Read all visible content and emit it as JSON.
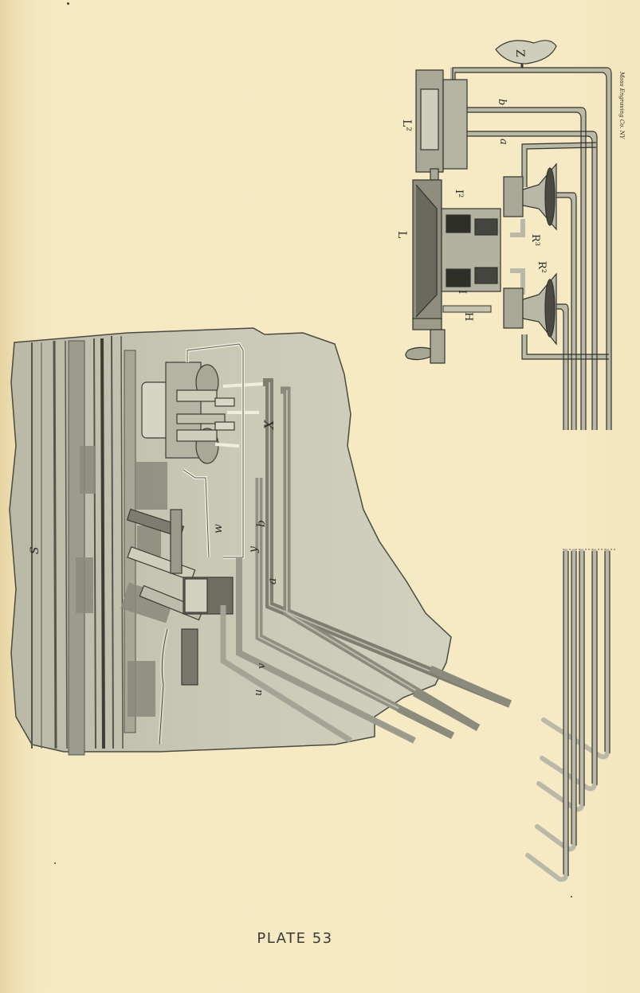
{
  "page": {
    "caption": "PLATE 53",
    "paper_color": "#f6e9c2",
    "ink_color": "#2f2f2c"
  },
  "diagram": {
    "labels": {
      "Z": "Z",
      "L2": "L²",
      "L": "L",
      "I2": "I²",
      "R3": "R³",
      "R2": "R²",
      "I": "I",
      "H": "H",
      "a": "a",
      "b": "b"
    },
    "engraver_credit": "Moss Engraving Co. NY"
  },
  "photo": {
    "labels": {
      "X": "X",
      "y": "y",
      "w": "w",
      "u": "u",
      "v": "v",
      "S": "S",
      "a": "a",
      "b": "b"
    }
  }
}
